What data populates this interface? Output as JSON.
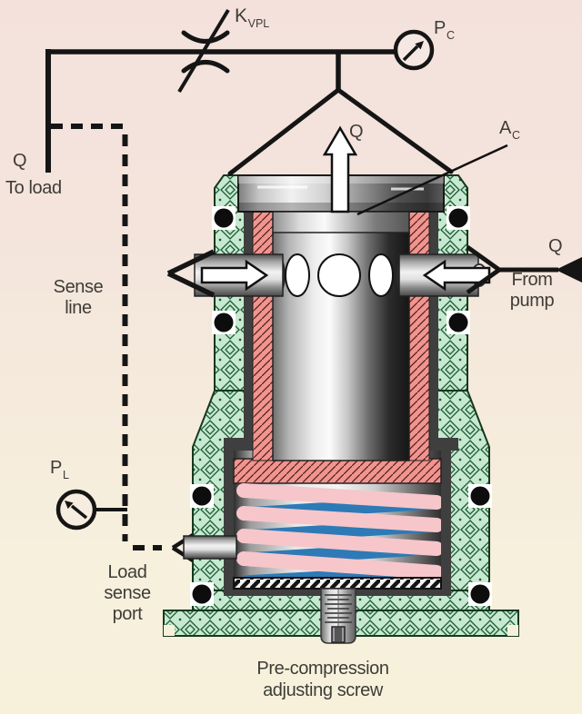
{
  "figure": {
    "type": "hydraulic-valve-cross-section",
    "description": "Cutaway diagram of a load-sensing pre-compression valve with schematic pilot lines, variable orifice and pressure gauges"
  },
  "colors": {
    "background_top": "#f4e1dc",
    "background_bottom": "#f7f1dc",
    "housing_green": "#c8e9d1",
    "housing_hatch": "#1d5c33",
    "sleeve_pink": "#f1948f",
    "spring_pink": "#f6c6ca",
    "spring_blue": "#2d7ab6",
    "line_black": "#151515",
    "text": "#3e3c37"
  },
  "labels": {
    "flow_to_load_symbol": "Q",
    "to_load": "To load",
    "gain": {
      "main": "K",
      "sub": "VPL"
    },
    "control_pressure": {
      "main": "P",
      "sub": "C"
    },
    "flow_top_symbol": "Q",
    "control_area": {
      "main": "A",
      "sub": "C"
    },
    "flow_from_pump_symbol": "Q",
    "from_pump": {
      "line1": "From",
      "line2": "pump"
    },
    "sense_line": {
      "line1": "Sense",
      "line2": "line"
    },
    "load_pressure": {
      "main": "P",
      "sub": "L"
    },
    "load_sense_port": {
      "line1": "Load",
      "line2": "sense",
      "line3": "port"
    },
    "screw_caption": {
      "line1": "Pre-compression",
      "line2": "adjusting screw"
    }
  }
}
